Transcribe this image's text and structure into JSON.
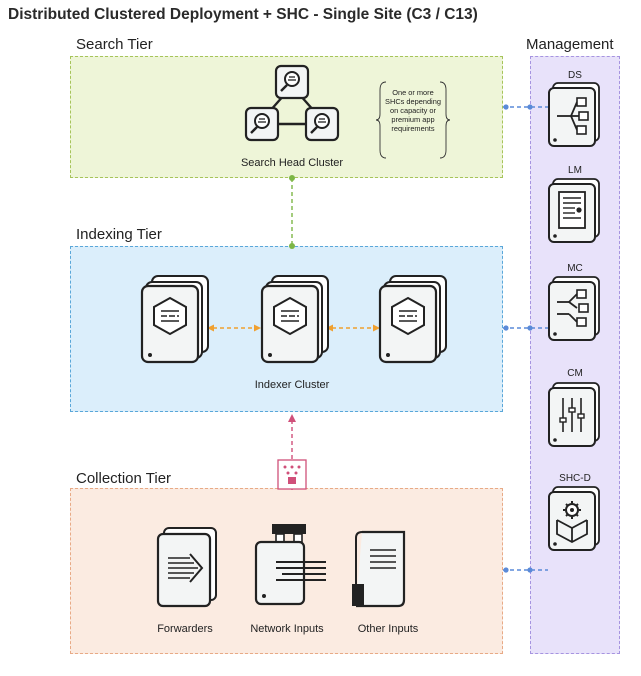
{
  "title": "Distributed Clustered Deployment + SHC - Single Site (C3 / C13)",
  "tiers": {
    "search": "Search Tier",
    "indexing": "Indexing Tier",
    "collection": "Collection Tier",
    "management": "Management"
  },
  "search": {
    "cluster_label": "Search Head Cluster",
    "note": "One or more SHCs depending on capacity or premium app requirements"
  },
  "indexing": {
    "cluster_label": "Indexer Cluster"
  },
  "collection": {
    "items": [
      "Forwarders",
      "Network Inputs",
      "Other Inputs"
    ]
  },
  "management": {
    "items": [
      "DS",
      "LM",
      "MC",
      "CM",
      "SHC-D"
    ]
  },
  "colors": {
    "search_fill": "#eef5d8",
    "search_border": "#a6c45a",
    "index_fill": "#dbeefb",
    "index_border": "#5aa7d9",
    "collect_fill": "#fbebe1",
    "collect_border": "#e8aa86",
    "mgmt_fill": "#e8e2fa",
    "mgmt_border": "#a694e0",
    "green_link": "#7db646",
    "orange_link": "#f0a030",
    "pink_link": "#d0507a",
    "blue_link": "#5a8ad8"
  }
}
